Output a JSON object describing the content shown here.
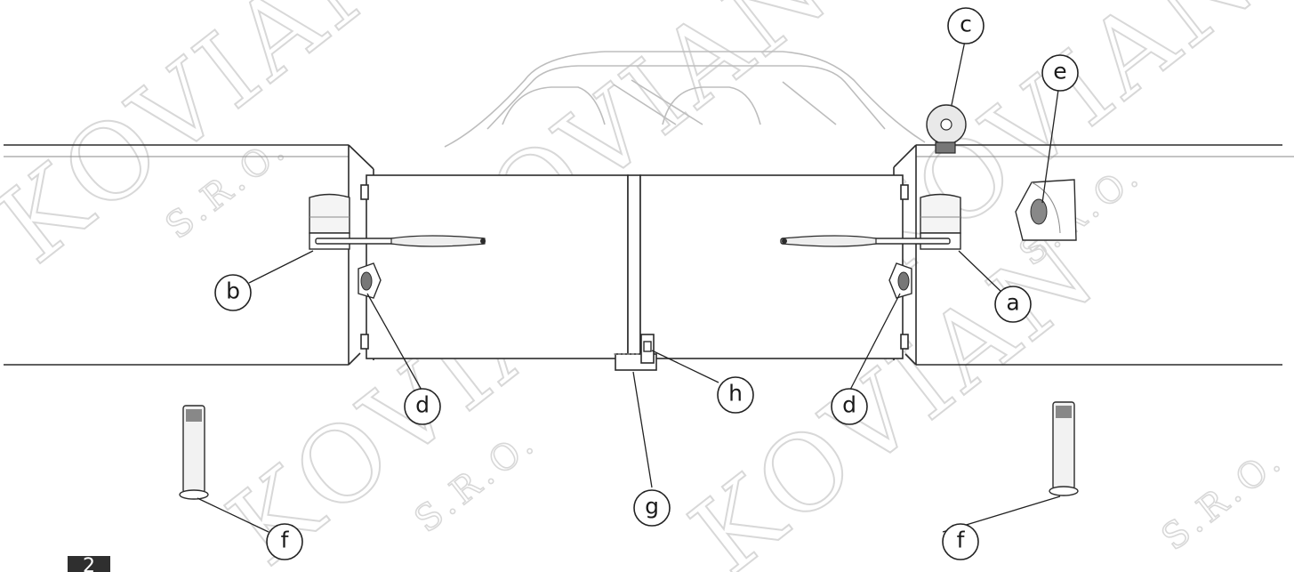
{
  "watermark": {
    "brand": "KOVIAN",
    "sub": "S.R.O."
  },
  "figure_number": "2",
  "callouts": {
    "a": "a",
    "b": "b",
    "c": "c",
    "d_left": "d",
    "d_right": "d",
    "e": "e",
    "f_left": "f",
    "f_right": "f",
    "g": "g",
    "h": "h"
  },
  "colors": {
    "line": "#2b2b2b",
    "watermark": "#d8d8d8",
    "figure_tag": "#2f2f2f"
  }
}
